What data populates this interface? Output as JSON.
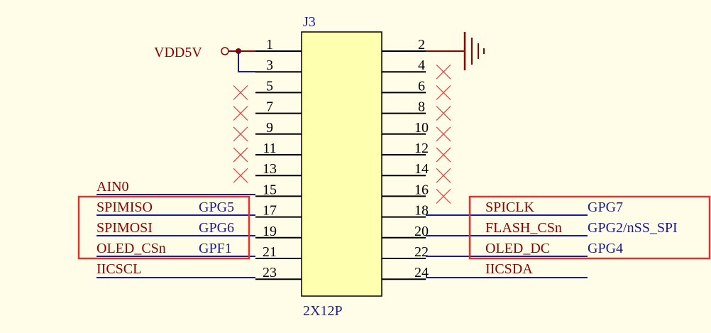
{
  "component": {
    "designator": "J3",
    "part": "2X12P",
    "body_color": "#ffffb0",
    "left_pins": [
      "1",
      "3",
      "5",
      "7",
      "9",
      "11",
      "13",
      "15",
      "17",
      "19",
      "21",
      "23"
    ],
    "right_pins": [
      "2",
      "4",
      "6",
      "8",
      "10",
      "12",
      "14",
      "16",
      "18",
      "20",
      "22",
      "24"
    ]
  },
  "power": {
    "net": "VDD5V",
    "color": "#8b0000",
    "ground_color": "#8b0000"
  },
  "left_nets": {
    "ain0": "AIN0",
    "spimiso": "SPIMISO",
    "spimosi": "SPIMOSI",
    "oled_csn": "OLED_CSn",
    "iicscl": "IICSCL"
  },
  "left_ports": {
    "gpg5": "GPG5",
    "gpg6": "GPG6",
    "gpf1": "GPF1"
  },
  "right_nets": {
    "spiclk": "SPICLK",
    "flash_csn": "FLASH_CSn",
    "oled_dc": "OLED_DC",
    "iicsda": "IICSDA"
  },
  "right_ports": {
    "gpg7": "GPG7",
    "gpg2": "GPG2/nSS_SPI",
    "gpg4": "GPG4"
  },
  "colors": {
    "background": "#fffde8",
    "wire": "#1a1a99",
    "no_connect": "#e84545",
    "highlight": "#e53030"
  }
}
